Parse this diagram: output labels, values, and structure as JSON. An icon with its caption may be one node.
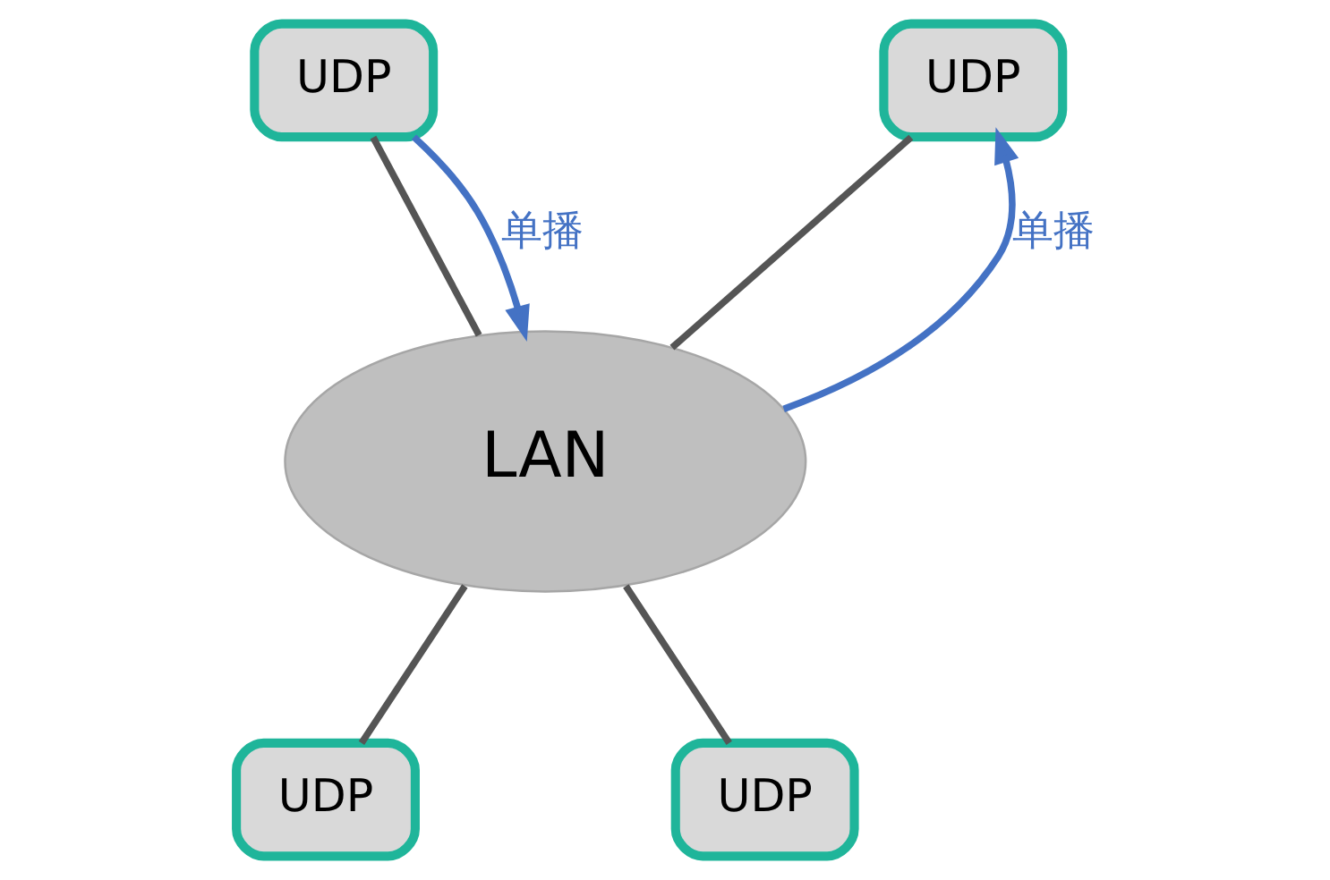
{
  "diagram": {
    "nodes": [
      {
        "text": [
          "UDP"
        ]
      },
      {
        "text": [
          "UDP"
        ]
      },
      {
        "text": [
          "LAN"
        ]
      },
      {
        "text": [
          "UDP"
        ]
      },
      {
        "text": [
          "UDP"
        ]
      }
    ],
    "edges": [
      {
        "from": 0,
        "to": 2,
        "arrow": "none"
      },
      {
        "from": 1,
        "to": 2,
        "arrow": "none"
      },
      {
        "from": 3,
        "to": 2,
        "arrow": "none"
      },
      {
        "from": 4,
        "to": 2,
        "arrow": "none"
      },
      {
        "from": 0,
        "to": 2,
        "arrow": "to",
        "label": "单播",
        "color": "#4472c4"
      },
      {
        "from": 2,
        "to": 1,
        "arrow": "to",
        "label": "单播",
        "color": "#4472c4"
      }
    ]
  }
}
